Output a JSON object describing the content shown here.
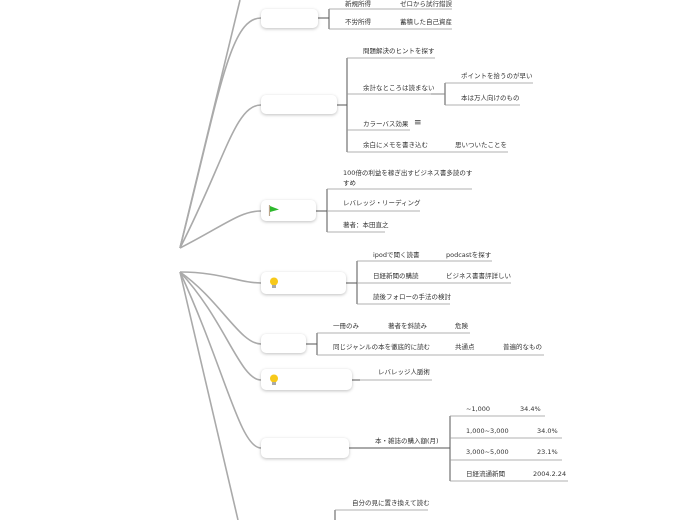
{
  "branch1": {
    "a": "新規所得",
    "a1": "ゼロから試行錯誤",
    "b": "不労所得",
    "b1": "蓄積した自己資産"
  },
  "branch2": {
    "a": "問題解決のヒントを探す",
    "b": "余計なところは読まない",
    "b1": "ポイントを拾うのが早い",
    "b2": "本は万人向けのもの",
    "c": "カラーバス効果",
    "c_icon": "≡",
    "d": "余白にメモを書き込む",
    "d1": "思いついたことを"
  },
  "branch3": {
    "icon": "flag-icon",
    "a1": "100倍の利益を稼ぎ出すビジネス書多読のす",
    "a2": "すめ",
    "b": "レバレッジ・リーディング",
    "c": "著者：本田直之"
  },
  "branch4": {
    "icon": "lightbulb-icon",
    "a": "ipodで聞く読書",
    "a1": "podcastを探す",
    "b": "日経新聞の購読",
    "b1": "ビジネス書書評詳しい",
    "c": "読後フォローの手法の検討"
  },
  "branch5": {
    "a": "一冊のみ",
    "a1": "著者を斜読み",
    "a2": "危険",
    "b": "同じジャンルの本を徹底的に読む",
    "b1": "共通点",
    "b2": "普遍的なもの"
  },
  "branch6": {
    "icon": "lightbulb-icon",
    "a": "レバレッジ人脈術"
  },
  "branch7": {
    "a": "本・雑誌の購入額(月)",
    "rows": [
      {
        "label": "~1,000",
        "value": "34.4%"
      },
      {
        "label": "1,000~3,000",
        "value": "34.0%"
      },
      {
        "label": "3,000~5,000",
        "value": "23.1%"
      },
      {
        "label": "日経流通新聞",
        "value": "2004.2.24"
      }
    ]
  },
  "branch8": {
    "a": "自分の見に置き換えて読む"
  }
}
